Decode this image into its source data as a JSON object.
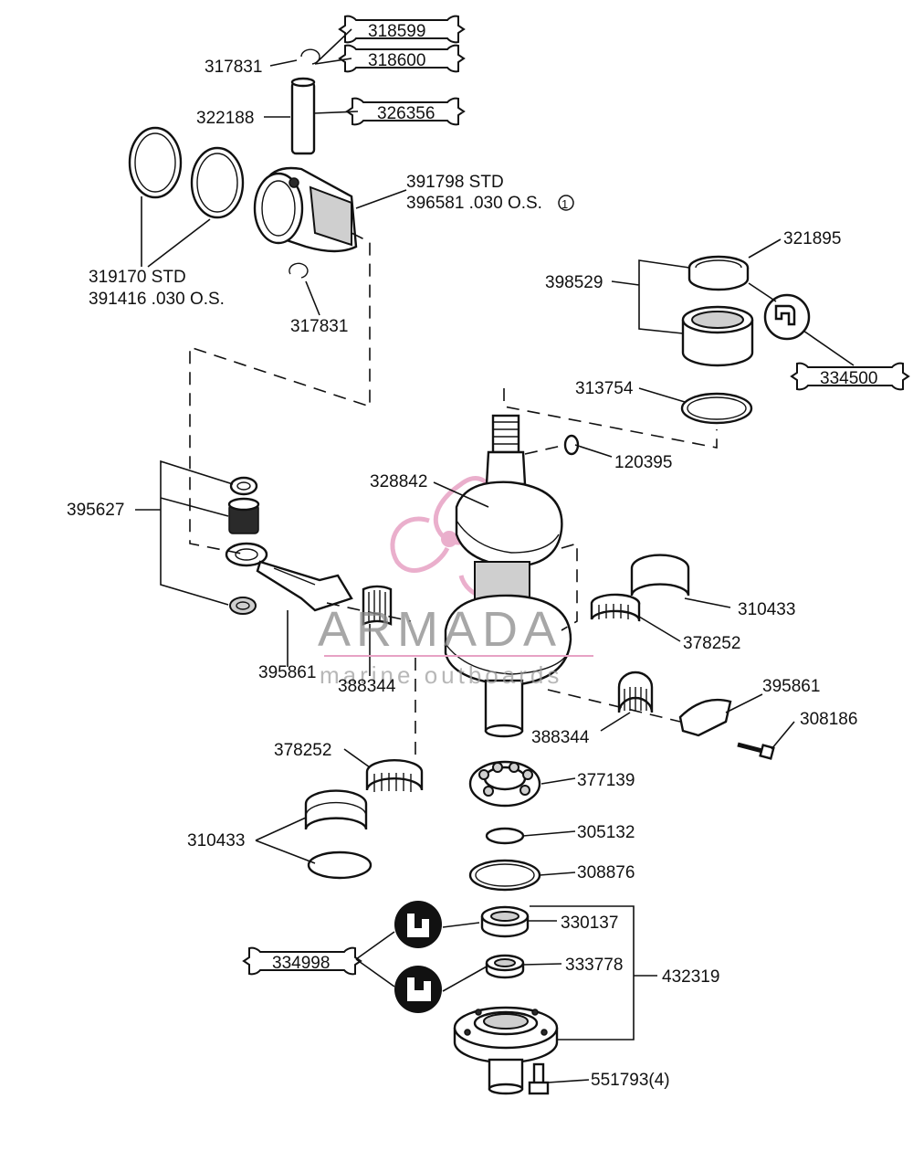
{
  "diagram": {
    "labels": {
      "l318599": "318599",
      "l318600": "318600",
      "l317831_top": "317831",
      "l322188": "322188",
      "l326356": "326356",
      "l391798": "391798 STD",
      "l396581": "396581 .030 O.S.",
      "l396581_note": "1",
      "l319170": "319170 STD",
      "l391416": "391416 .030 O.S.",
      "l317831_low": "317831",
      "l321895": "321895",
      "l398529": "398529",
      "l334500": "334500",
      "l313754": "313754",
      "l120395": "120395",
      "l328842": "328842",
      "l395627": "395627",
      "l310433_right": "310433",
      "l378252_right": "378252",
      "l395861_left": "395861",
      "l388344_left": "388344",
      "l395861_right": "395861",
      "l308186": "308186",
      "l388344_right": "388344",
      "l378252_left": "378252",
      "l377139": "377139",
      "l310433_left": "310433",
      "l305132": "305132",
      "l308876": "308876",
      "l330137": "330137",
      "l334998": "334998",
      "l333778": "333778",
      "l432319": "432319",
      "l551793": "551793(4)"
    },
    "watermark": {
      "title": "ARMADA",
      "subtitle": "marine outboards",
      "logo_color": "#e7a2c4"
    }
  }
}
